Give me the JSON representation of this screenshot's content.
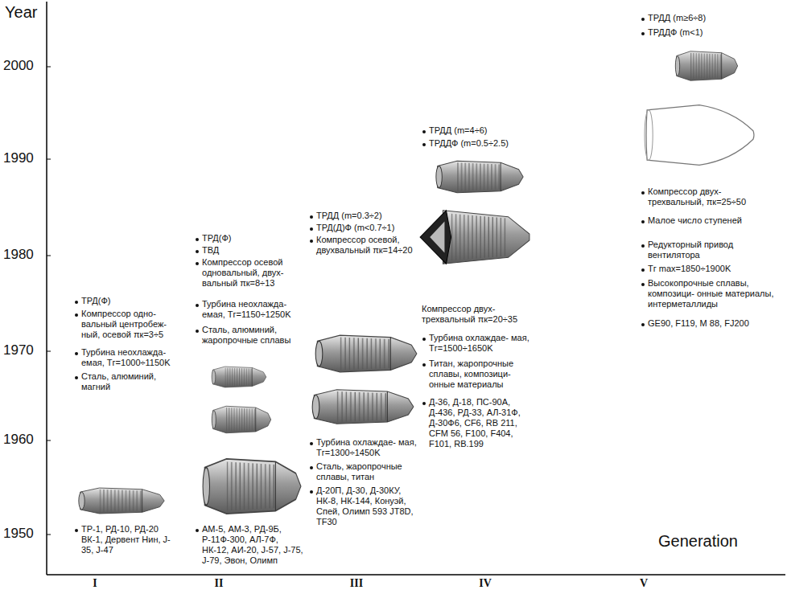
{
  "diagram": {
    "labels": [
      "Year",
      "2000",
      "1990",
      "1980",
      "1970",
      "1960",
      "1950",
      "Generation",
      "I",
      "II",
      "III",
      "IV",
      "V",
      "ТРД(Ф)",
      "Компрессор одно- вальный центробеж- ный, осевой πк=3÷5",
      "Турбина неохлажда- емая, Tг=1000÷1150K",
      "Сталь, алюминий, магний",
      "ТР-1, РД-10, РД-20 ВК-1, Дервент Нин, J-35, J-47",
      "ТРД(Ф)",
      "ТВД",
      "Компрессор осевой одновальный, двух- вальный πк=8÷13",
      "Турбина неохлажда- емая, Tг=1150÷1250K",
      "Сталь, алюминий, жаропрочные сплавы",
      "АМ-5, АМ-3, РД-9Б, Р-11Ф-300, АЛ-7Ф, НК-12, АИ-20, J-57, J-75, J-79, Эвон, Олимп",
      "ТРДД (m=0.3÷2)",
      "ТРД(Д)Ф (m<0.7÷1)",
      "Компрессор осевой, двухвальный πк=14÷20",
      "Турбина охлаждае- мая, Tг=1300÷1450K",
      "Сталь, жаропрочные сплавы, титан",
      "Д-20П, Д-30, Д-30КУ, НК-8, НК-144, Конуэй, Спей, Олимп 593 JT8D, TF30",
      "ТРДД (m=4÷6)",
      "ТРДДФ (m=0.5÷2.5)",
      "Компрессор двух- трехвальный πк=20÷35",
      "Турбина охлаждае- мая, Tг=1500÷1650K",
      "Титан, жаропрочные сплавы, композици- онные материалы",
      "Д-36, Д-18, ПС-90А, Д-436, РД-33, АЛ-31Ф, Д-30Ф6, CF6, RB 211, CFM 56, F100, F404, F101, RB.199",
      "ТРДД (m≥6÷8)",
      "ТРДДФ (m<1)",
      "Компрессор двух- трехвальный, πк=25÷50",
      "Малое число ступеней",
      "Редукторный привод вентилятора",
      "Tг max=1850÷1900K",
      "Высокопрочные сплавы, композици- онные материалы, интерметаллиды",
      "GE90, F119, M 88, FJ200"
    ]
  }
}
